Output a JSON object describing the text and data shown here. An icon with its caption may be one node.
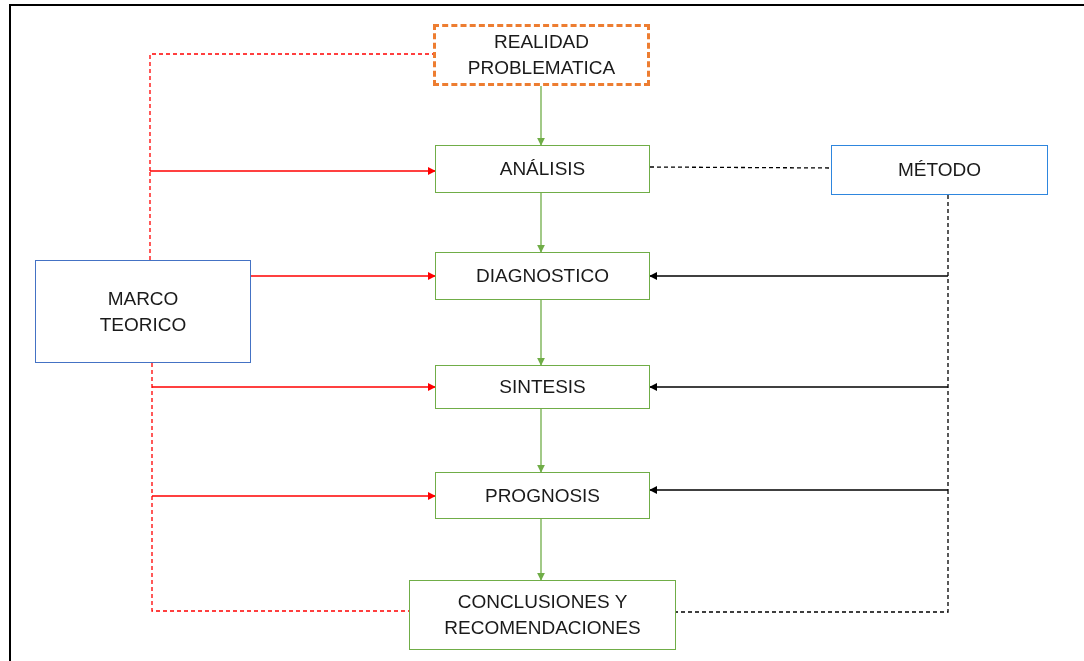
{
  "diagram": {
    "nodes": [
      {
        "text": [
          "REALIDAD PROBLEMATICA"
        ]
      },
      {
        "text": [
          "ANÁLISIS"
        ]
      },
      {
        "text": [
          "DIAGNOSTICO"
        ]
      },
      {
        "text": [
          "SINTESIS"
        ]
      },
      {
        "text": [
          "PROGNOSIS"
        ]
      },
      {
        "text": [
          "CONCLUSIONES Y RECOMENDACIONES"
        ]
      },
      {
        "text": [
          "MARCO TEORICO"
        ]
      },
      {
        "text": [
          "MÉTODO"
        ]
      }
    ],
    "edges": [
      {
        "from": 0,
        "to": 1,
        "arrow": "to",
        "color": "#70ad47"
      },
      {
        "from": 1,
        "to": 2,
        "arrow": "to",
        "color": "#70ad47"
      },
      {
        "from": 2,
        "to": 3,
        "arrow": "to",
        "color": "#70ad47"
      },
      {
        "from": 3,
        "to": 4,
        "arrow": "to",
        "color": "#70ad47"
      },
      {
        "from": 4,
        "to": 5,
        "arrow": "to",
        "color": "#70ad47"
      },
      {
        "from": 6,
        "to": 0,
        "arrow": "none",
        "style": "dashed"
      },
      {
        "from": 6,
        "to": 1,
        "arrow": "to"
      },
      {
        "from": 6,
        "to": 2,
        "arrow": "to"
      },
      {
        "from": 6,
        "to": 3,
        "arrow": "to"
      },
      {
        "from": 6,
        "to": 4,
        "arrow": "to"
      },
      {
        "from": 6,
        "to": 5,
        "arrow": "none",
        "style": "dashed"
      },
      {
        "from": 1,
        "to": 7,
        "arrow": "none",
        "style": "dashed",
        "color": "#000000"
      },
      {
        "from": 7,
        "to": 2,
        "arrow": "to",
        "color": "#000000"
      },
      {
        "from": 7,
        "to": 3,
        "arrow": "to",
        "color": "#000000"
      },
      {
        "from": 7,
        "to": 4,
        "arrow": "to",
        "color": "#000000"
      },
      {
        "from": 7,
        "to": 5,
        "arrow": "none",
        "style": "dashed",
        "color": "#000000"
      }
    ]
  }
}
